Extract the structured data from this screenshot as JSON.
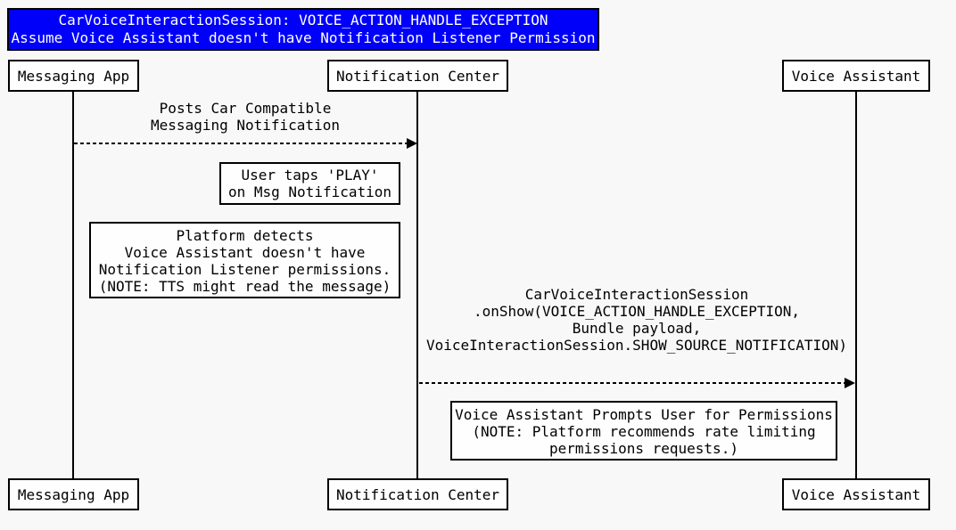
{
  "colors": {
    "background": "#F8F8F8",
    "title_bg": "#0000FA",
    "title_text": "#FFFFFF",
    "line": "#000000",
    "box_bg": "#FEFEFE",
    "text": "#000000"
  },
  "title": {
    "line1": "CarVoiceInteractionSession: VOICE_ACTION_HANDLE_EXCEPTION",
    "line2": "Assume Voice Assistant doesn't have Notification Listener Permission"
  },
  "actors": [
    {
      "id": "messaging-app",
      "label": "Messaging App"
    },
    {
      "id": "notification-center",
      "label": "Notification Center"
    },
    {
      "id": "voice-assistant",
      "label": "Voice Assistant"
    }
  ],
  "messages": [
    {
      "from": "Messaging App",
      "to": "Notification Center",
      "style": "dashed-arrow",
      "lines": [
        "Posts Car Compatible",
        "Messaging Notification"
      ]
    },
    {
      "from": "Notification Center",
      "to": "Voice Assistant",
      "style": "dashed-arrow",
      "lines": [
        "CarVoiceInteractionSession",
        ".onShow(VOICE_ACTION_HANDLE_EXCEPTION,",
        "Bundle payload,",
        "VoiceInteractionSession.SHOW_SOURCE_NOTIFICATION)"
      ]
    }
  ],
  "notes": [
    {
      "lines": [
        "User taps 'PLAY'",
        "on Msg Notification"
      ]
    },
    {
      "lines": [
        "Platform detects",
        "Voice Assistant doesn't have",
        "Notification Listener permissions.",
        "(NOTE: TTS might read the message)"
      ]
    },
    {
      "lines": [
        "Voice Assistant Prompts User for Permissions",
        "(NOTE: Platform recommends rate limiting",
        "permissions requests.)"
      ]
    }
  ]
}
